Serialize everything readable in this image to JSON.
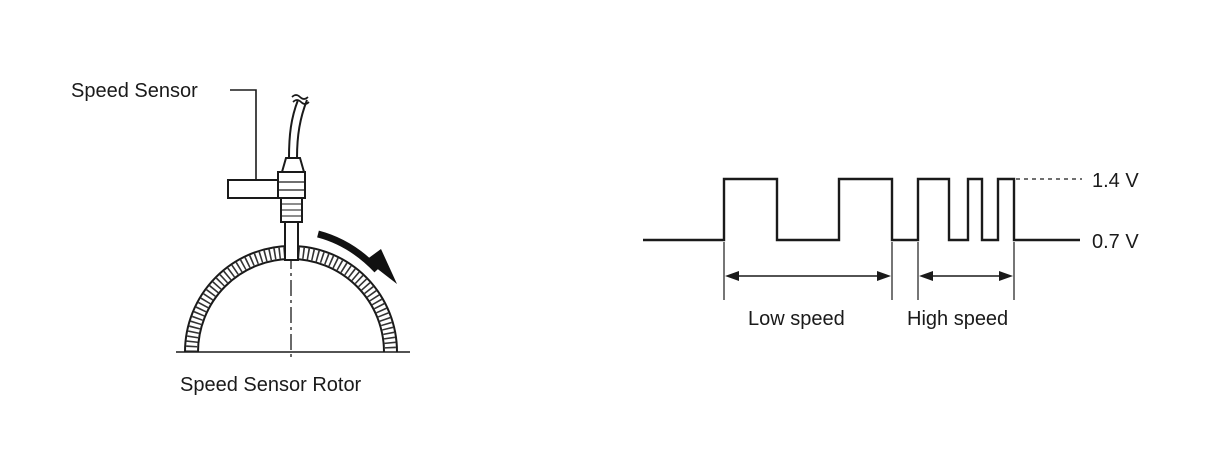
{
  "sensor_figure": {
    "sensor_label": "Speed Sensor",
    "rotor_label": "Speed Sensor Rotor"
  },
  "waveform": {
    "high_voltage_label": "1.4 V",
    "low_voltage_label": "0.7 V",
    "low_speed_label": "Low speed",
    "high_speed_label": "High speed"
  }
}
